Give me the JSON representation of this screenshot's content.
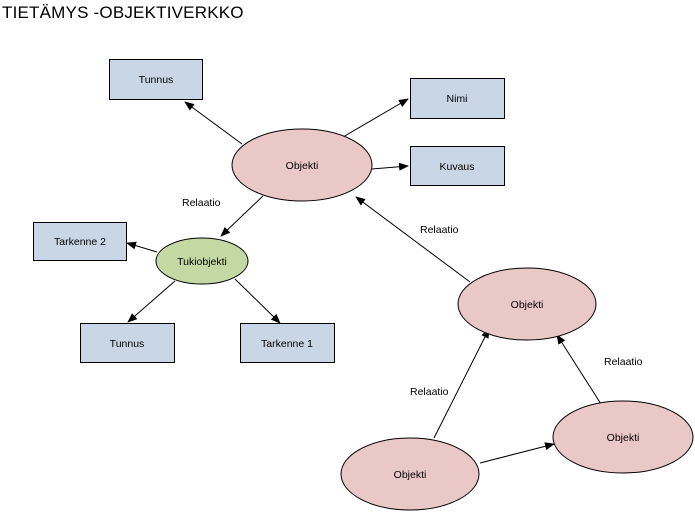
{
  "title": "TIETÄMYS -OBJEKTIVERKKO",
  "colors": {
    "box_fill": "#c9d6e6",
    "object_fill": "#ebc8c8",
    "support_object_fill": "#c3d8a3",
    "stroke": "#000000"
  },
  "nodes": {
    "tunnus_top": "Tunnus",
    "nimi": "Nimi",
    "kuvaus": "Kuvaus",
    "objekti_main": "Objekti",
    "tarkenne_2": "Tarkenne 2",
    "tukiobjekti": "Tukiobjekti",
    "tunnus_bottom": "Tunnus",
    "tarkenne_1": "Tarkenne 1",
    "objekti_right": "Objekti",
    "objekti_bottom_left": "Objekti",
    "objekti_bottom_right": "Objekti"
  },
  "edge_labels": {
    "relaatio_main_to_tuki": "Relaatio",
    "relaatio_right_to_main": "Relaatio",
    "relaatio_bottom_left_to_right": "Relaatio",
    "relaatio_bottom_right_to_right": "Relaatio"
  }
}
